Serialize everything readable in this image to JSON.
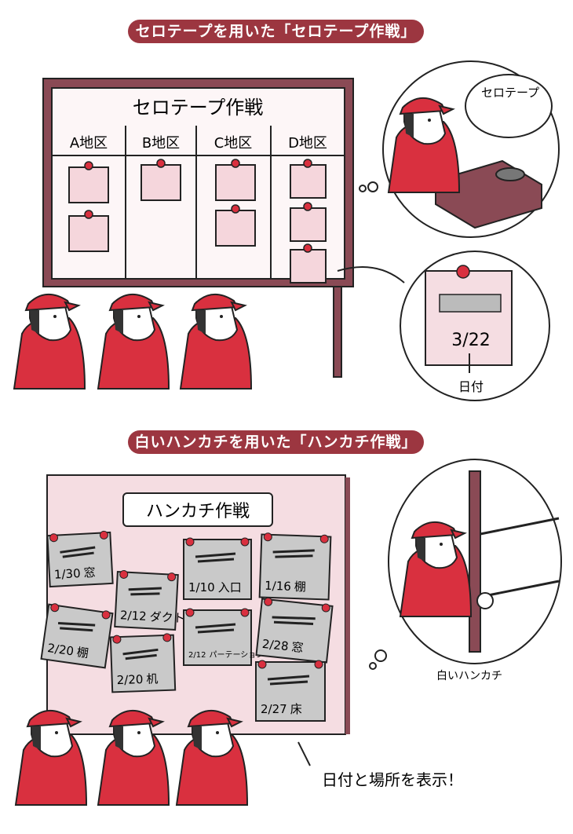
{
  "section1": {
    "banner": "セロテープを用いた「セロテープ作戦」",
    "board_title": "セロテープ作戦",
    "columns": [
      "A地区",
      "B地区",
      "C地区",
      "D地区"
    ],
    "bubble_label": "セロテープ",
    "zoom_note_date": "3/22",
    "zoom_note_label": "日付"
  },
  "section2": {
    "banner": "白いハンカチを用いた「ハンカチ作戦」",
    "board_title": "ハンカチ作戦",
    "notes": [
      {
        "date": "1/30",
        "place": "窓"
      },
      {
        "date": "2/12",
        "place": "ダクト"
      },
      {
        "date": "1/10",
        "place": "入口"
      },
      {
        "date": "1/16",
        "place": "棚"
      },
      {
        "date": "2/20",
        "place": "棚"
      },
      {
        "date": "2/20",
        "place": "机"
      },
      {
        "date": "2/12",
        "place": "パーテーション"
      },
      {
        "date": "2/28",
        "place": "窓"
      },
      {
        "date": "2/27",
        "place": "床"
      }
    ],
    "bubble_label": "白いハンカチ",
    "caption": "日付と場所を表示！"
  },
  "colors": {
    "banner": "#9c3640",
    "red": "#d9303f",
    "board_pink": "#f5dde2",
    "note_gray": "#c9c9c9",
    "frame": "#8a4a55"
  }
}
